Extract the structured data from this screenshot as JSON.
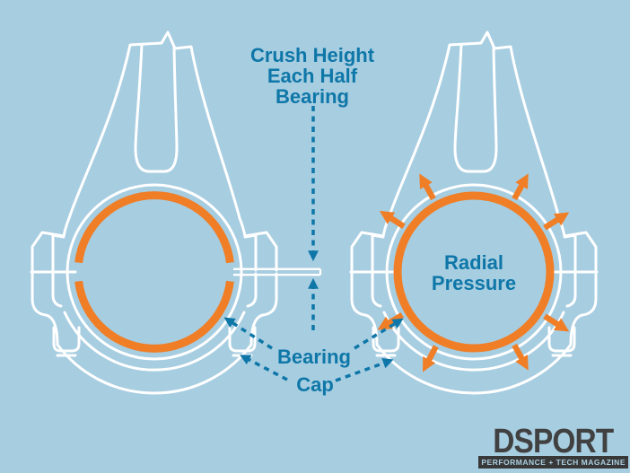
{
  "colors": {
    "background": "#A7CDE1",
    "line_white": "#FFFFFF",
    "orange": "#F07E26",
    "teal": "#0E77A8",
    "logo_dark": "#414141",
    "logo_strip_bg": "#383838",
    "logo_strip_text": "#ABCFE2"
  },
  "labels": {
    "crush_height": {
      "line1": "Crush Height",
      "line2": "Each Half",
      "line3": "Bearing"
    },
    "radial_pressure": {
      "line1": "Radial",
      "line2": "Pressure"
    },
    "bearing": "Bearing",
    "cap": "Cap"
  },
  "logo": {
    "name": "DSPORT",
    "tagline": "PERFORMANCE + TECH MAGAZINE"
  }
}
